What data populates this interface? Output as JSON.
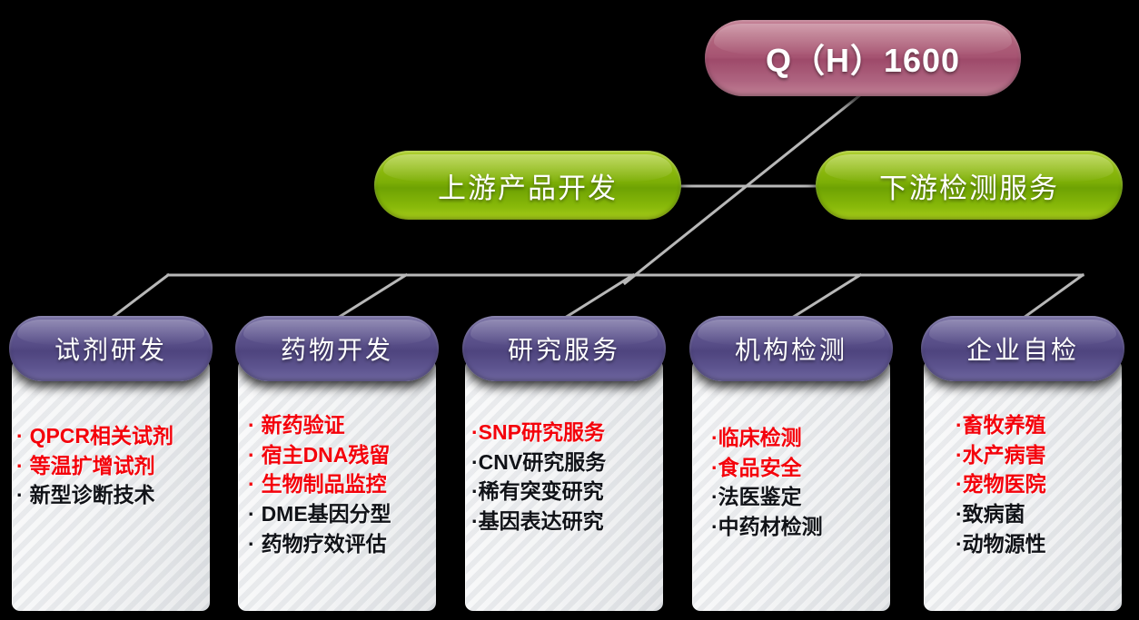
{
  "diagram": {
    "type": "hierarchy-tree",
    "background_color": "#000000",
    "root": {
      "label": "Q（H）1600",
      "color": "#a65472"
    },
    "level2": [
      {
        "label": "上游产品开发",
        "color": "#7cae06"
      },
      {
        "label": "下游检测服务",
        "color": "#7cae06"
      }
    ],
    "columns": [
      {
        "title": "试剂研发",
        "header_color": "#564c86",
        "items": [
          {
            "text": "QPCR相关试剂",
            "color": "#f4020b"
          },
          {
            "text": "等温扩增试剂",
            "color": "#f4020b"
          },
          {
            "text": "新型诊断技术",
            "color": "#111318"
          }
        ]
      },
      {
        "title": "药物开发",
        "header_color": "#564c86",
        "items": [
          {
            "text": "新药验证",
            "color": "#f4020b"
          },
          {
            "text": "宿主DNA残留",
            "color": "#f4020b"
          },
          {
            "text": "生物制品监控",
            "color": "#f4020b"
          },
          {
            "text": "DME基因分型",
            "color": "#111318"
          },
          {
            "text": "药物疗效评估",
            "color": "#111318"
          }
        ]
      },
      {
        "title": "研究服务",
        "header_color": "#564c86",
        "items": [
          {
            "text": "SNP研究服务",
            "color": "#f4020b"
          },
          {
            "text": "CNV研究服务",
            "color": "#111318"
          },
          {
            "text": "稀有突变研究",
            "color": "#111318"
          },
          {
            "text": "基因表达研究",
            "color": "#111318"
          }
        ]
      },
      {
        "title": "机构检测",
        "header_color": "#564c86",
        "items": [
          {
            "text": "临床检测",
            "color": "#f4020b"
          },
          {
            "text": "食品安全",
            "color": "#f4020b"
          },
          {
            "text": "法医鉴定",
            "color": "#111318"
          },
          {
            "text": "中药材检测",
            "color": "#111318"
          }
        ]
      },
      {
        "title": "企业自检",
        "header_color": "#564c86",
        "items": [
          {
            "text": "畜牧养殖",
            "color": "#f4020b"
          },
          {
            "text": "水产病害",
            "color": "#f4020b"
          },
          {
            "text": "宠物医院",
            "color": "#f4020b"
          },
          {
            "text": "致病菌",
            "color": "#111318"
          },
          {
            "text": "动物源性",
            "color": "#111318"
          }
        ]
      }
    ],
    "connector_color": "#b8b8b8",
    "bullet_char": "·"
  }
}
